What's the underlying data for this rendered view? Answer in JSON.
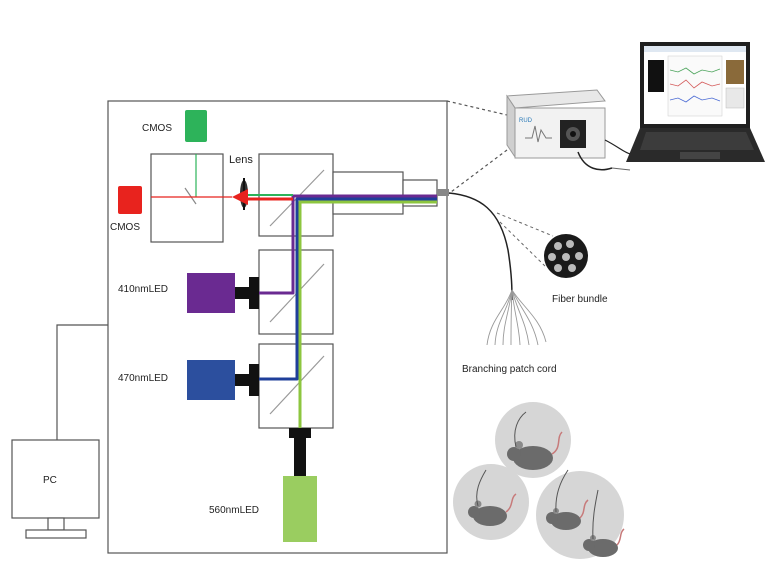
{
  "labels": {
    "cmos_top": "CMOS",
    "cmos_left": "CMOS",
    "lens": "Lens",
    "led_410": "410nmLED",
    "led_470": "470nmLED",
    "led_560": "560nmLED",
    "pc": "PC",
    "fiber_bundle": "Fiber bundle",
    "patch_cord": "Branching patch cord",
    "device_logo": "RUD"
  },
  "colors": {
    "cmos_green": "#2db35a",
    "cmos_red": "#e8231e",
    "led_410": "#6a2a91",
    "led_470": "#2c4f9e",
    "led_560": "#9acd60",
    "beam_purple": "#6a2a91",
    "beam_blue": "#1f3f9a",
    "beam_green": "#8dc63f",
    "beam_red": "#e8231e",
    "mouse_bg": "#d6d6d6",
    "mouse_body": "#6b6b6b"
  }
}
